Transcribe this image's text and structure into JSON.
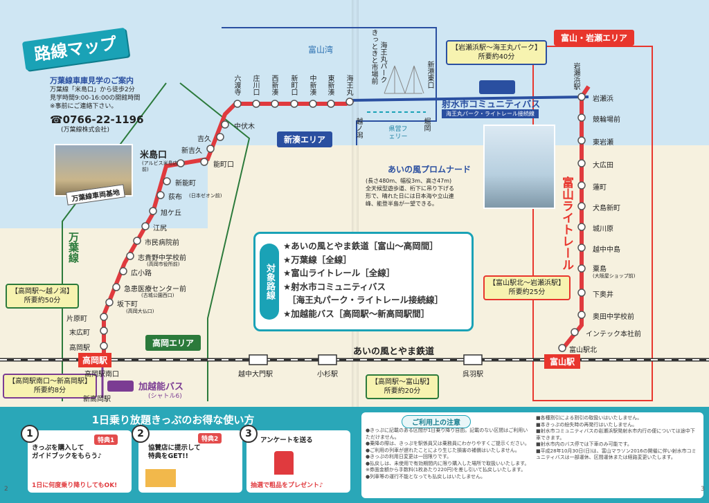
{
  "title": "路線マップ",
  "sea_label": "富山湾",
  "depot": {
    "title": "万葉線車庫見学のご案内",
    "lines": [
      "万葉線「米島口」から徒歩2分",
      "見学時間9:00-16:00の開館時間",
      "※事前にご連絡下さい。"
    ],
    "phone": "☎0766-22-1196",
    "company": "(万葉線株式会社)",
    "photo_label": "万葉線車両基地"
  },
  "areas": {
    "shinminato": "新湊エリア",
    "takaoka": "高岡エリア",
    "toyama": "富山・岩瀬エリア"
  },
  "lines": {
    "manyo": "万葉線",
    "light_rail": "富山ライトレール",
    "ainokaze": "あいの風とやま鉄道",
    "kaetsuno_bus": "加越能バス",
    "kaetsuno_bus_sub": "(シャトル6)",
    "imizu_bus": "射水市コミュニティバス",
    "imizu_bus_sub": "海王丸パーク・ライトレール接続線"
  },
  "callouts": {
    "manyo_time": [
      "【高岡駅～越ノ潟】",
      "所要約50分"
    ],
    "kaetsuno_time": [
      "【高岡駅南口～新高岡駅】",
      "所要約8分"
    ],
    "ainokaze_time": [
      "【高岡駅～富山駅】",
      "所要約20分"
    ],
    "light_rail_time": [
      "【富山駅北～岩瀬浜駅】",
      "所要約25分"
    ],
    "bus_time": [
      "【岩瀬浜駅～海王丸パーク】",
      "所要約40分"
    ]
  },
  "manyo_stations_vertical": [
    "六渡寺",
    "庄川口",
    "西新湊",
    "新町口",
    "中新湊",
    "東新湊",
    "海王丸"
  ],
  "manyo_stations": [
    {
      "name": "中伏木",
      "sub": ""
    },
    {
      "name": "吉久",
      "sub": ""
    },
    {
      "name": "新吉久",
      "sub": ""
    },
    {
      "name": "能町口",
      "sub": ""
    },
    {
      "name": "米島口",
      "sub": "(アルビス米島店前)"
    },
    {
      "name": "新能町",
      "sub": ""
    },
    {
      "name": "荻布",
      "sub": "(日本ゼオン前)"
    },
    {
      "name": "旭ケ丘",
      "sub": ""
    },
    {
      "name": "江尻",
      "sub": ""
    },
    {
      "name": "市民病院前",
      "sub": ""
    },
    {
      "name": "志貴野中学校前",
      "sub": "(高岡市役所前)"
    },
    {
      "name": "広小路",
      "sub": ""
    },
    {
      "name": "急患医療センター前",
      "sub": "(古城公園西口)"
    },
    {
      "name": "坂下町",
      "sub": "(高岡大仏口)"
    },
    {
      "name": "片原町",
      "sub": ""
    },
    {
      "name": "末広町",
      "sub": ""
    },
    {
      "name": "高岡駅",
      "sub": ""
    }
  ],
  "coast_stations": {
    "kittoki": "きっときと市場前",
    "kaiomaru_park": "海王丸パーク",
    "shinkou_higashi": "新港東口",
    "koshinokata": "越ノ潟",
    "horioka": "堀岡",
    "ferry": "県営フェリー"
  },
  "promenade": {
    "title": "あいの風プロムナード",
    "desc": [
      "(長さ480m、幅役3m、高さ47m)",
      "全天候型遊歩道、桁下に吊り下げる",
      "形で、晴れた日には日本海や立山連",
      "峰、能登半島が一望できる。"
    ]
  },
  "takaoka_station": "高岡駅",
  "takaoka_south": "高岡駅南口",
  "shin_takaoka": "新高岡駅",
  "ainokaze_stations": [
    "越中大門駅",
    "小杉駅",
    "呉羽駅"
  ],
  "toyama_station": "富山駅",
  "light_rail_stations": [
    "岩瀬浜駅",
    "岩瀬浜",
    "競輪場前",
    "東岩瀬",
    "大広田",
    "蓮町",
    "犬島新町",
    "城川原",
    "越中中島",
    "粟島",
    "下奥井",
    "奥田中学校前",
    "インテック本社前",
    "富山駅北"
  ],
  "awashima_sub": "(大阪屋ショップ前)",
  "target": {
    "label": "対象路線",
    "items": [
      "★あいの風とやま鉄道［富山～高岡間］",
      "★万葉線［全線］",
      "★富山ライトレール［全線］",
      "★射水市コミュニティバス",
      "　［海王丸パーク・ライトレール接続線］",
      "★加越能バス［高岡駅～新高岡駅間］"
    ]
  },
  "ticket": {
    "title": "1日乗り放題きっぷのお得な使い方",
    "steps": [
      {
        "num": "1",
        "badge": "特典1",
        "text": [
          "きっぷを購入して",
          "ガイドブックをもらう♪"
        ],
        "note": "1日に何度乗り降りしてもOK!"
      },
      {
        "num": "2",
        "badge": "特典2",
        "text": [
          "協賛店に提示して",
          "特典をGET!!"
        ],
        "note": ""
      },
      {
        "num": "3",
        "badge": "",
        "text": [
          "アンケートを送る"
        ],
        "note": "抽選で粗品をプレゼント♪"
      }
    ]
  },
  "notes_title": "ご利用上の注意",
  "notes_left": [
    "●きっぷに記載のある区間が1日乗り降り自由。記載のない区間はご利用いただけません。",
    "●乗降の際は、きっぷを駅係員又は乗務員にわかりやすくご提示ください。",
    "●ご利用の列車が遅れたことにより生じた損害の補償はいたしません。",
    "●きっぷの利用日変更は一回限りです。",
    "●払戻しは、未使用で有効期間内に限り購入した場所で取扱いいたします。",
    "※券面金額から手数料(1枚あたり220円)を差し引いて払戻しいたします。",
    "●列車等の運行不能となっても払戻しはいたしません。"
  ],
  "notes_right": [
    "■各種割引による割引の取扱いはいたしません。",
    "■本きっぷの紛失時の再発行はいたしません。",
    "■射水市コミュニティバスの岩瀬浜駅発射水市内行の便については途中下車できます。",
    "■射水市内のバス停では下車のみ可能です。",
    "■平成28年10月30日(日)は、富山マラソン2016の開催に伴い射水市コミュニティバスは一部運休、区間運休または経路変更いたします。"
  ],
  "page_left": "2",
  "page_right": "3",
  "colors": {
    "manyo": "#e03a3e",
    "teal": "#1aa2b6",
    "green": "#2b7a3b",
    "blue": "#2a4fa0",
    "purple": "#7b3c93",
    "red": "#e8362d"
  }
}
